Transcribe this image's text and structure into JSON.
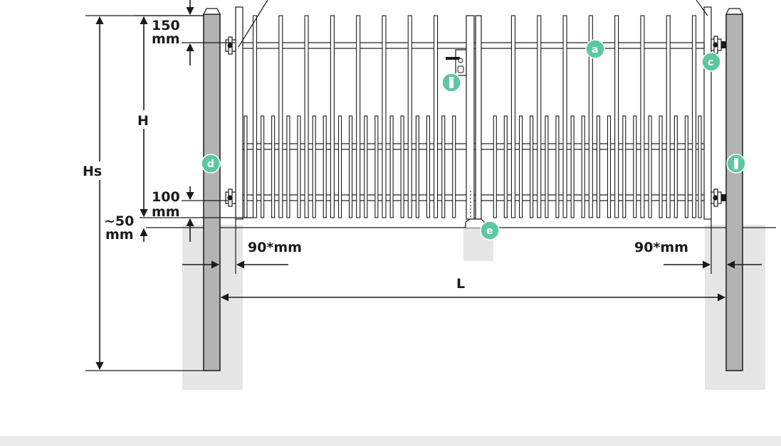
{
  "diagram": {
    "dimensions": {
      "top_offset_value": "150",
      "top_offset_unit": "mm",
      "height_label": "H",
      "post_height_label": "Hs",
      "bottom_offset_value": "100",
      "bottom_offset_unit": "mm",
      "ground_gap_value": "~50",
      "ground_gap_unit": "mm",
      "left_gap_label": "90*mm",
      "right_gap_label": "90*mm",
      "length_label": "L"
    },
    "badges": {
      "a": "a",
      "c": "c",
      "d": "d",
      "e": "e"
    },
    "colors": {
      "post_fill": "#b3b3b3",
      "foundation_fill": "#e6e6e6",
      "badge_fill": "#5cc8a0",
      "line": "#1a1a1a"
    }
  }
}
